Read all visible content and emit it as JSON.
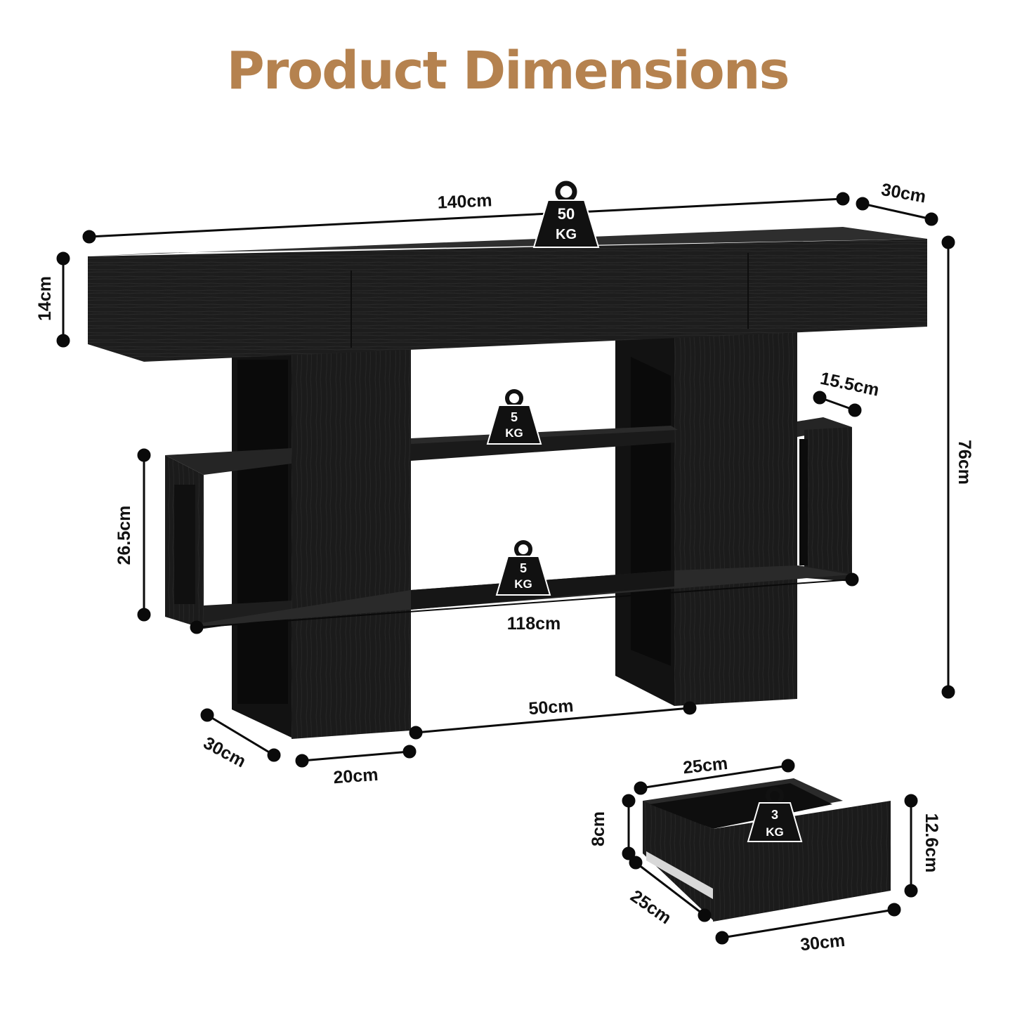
{
  "title": "Product Dimensions",
  "colors": {
    "title": "#b5824f",
    "wood": "#1b1b1b",
    "wood_dark": "#0e0e0e",
    "wood_light": "#2c2c2c",
    "line": "#0a0a0a",
    "weight_badge": "#111111"
  },
  "dimensions": {
    "total_width": "140cm",
    "depth_top": "30cm",
    "top_height": "14cm",
    "total_height": "76cm",
    "side_shelf_depth": "15.5cm",
    "side_shelf_height": "26.5cm",
    "lower_shelf_width": "118cm",
    "leg_gap": "50cm",
    "leg_depth": "30cm",
    "leg_width": "20cm"
  },
  "weights": {
    "top": {
      "value": "50",
      "unit": "KG"
    },
    "upper_shelf": {
      "value": "5",
      "unit": "KG"
    },
    "lower_shelf": {
      "value": "5",
      "unit": "KG"
    },
    "drawer": {
      "value": "3",
      "unit": "KG"
    }
  },
  "drawer": {
    "width_top": "25cm",
    "inner_height": "8cm",
    "front_height": "12.6cm",
    "depth": "25cm",
    "width_front": "30cm"
  }
}
